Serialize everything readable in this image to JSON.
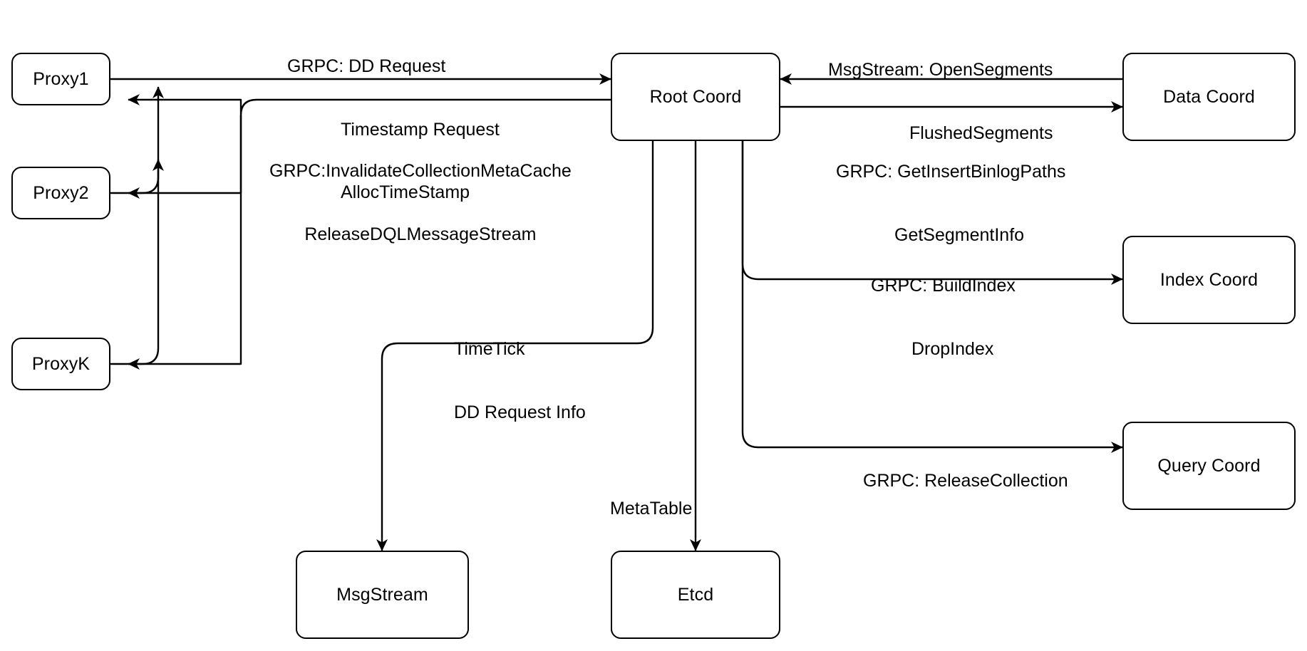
{
  "diagram": {
    "title": "Root Coord component interaction diagram",
    "background_color": "#ffffff",
    "stroke_color": "#000000",
    "text_color": "#000000",
    "nodes": [
      {
        "id": "proxy1",
        "label": "Proxy1"
      },
      {
        "id": "proxy2",
        "label": "Proxy2"
      },
      {
        "id": "proxyk",
        "label": "ProxyK"
      },
      {
        "id": "root_coord",
        "label": "Root Coord"
      },
      {
        "id": "data_coord",
        "label": "Data Coord"
      },
      {
        "id": "index_coord",
        "label": "Index Coord"
      },
      {
        "id": "query_coord",
        "label": "Query Coord"
      },
      {
        "id": "msgstream",
        "label": "MsgStream"
      },
      {
        "id": "etcd",
        "label": "Etcd"
      }
    ],
    "edge_labels": {
      "proxy_to_root": {
        "line1": "GRPC: DD Request",
        "line2": "Timestamp Request",
        "line3": "AllocTimeStamp"
      },
      "root_to_proxy": {
        "line1": "GRPC:InvalidateCollectionMetaCache",
        "line2": "ReleaseDQLMessageStream"
      },
      "datacoord_to_root": {
        "line1": "MsgStream: OpenSegments",
        "line2": "FlushedSegments"
      },
      "root_to_datacoord": {
        "line1": "GRPC: GetInsertBinlogPaths",
        "line2": "GetSegmentInfo"
      },
      "root_to_indexcoord": {
        "line1": "GRPC: BuildIndex",
        "line2": "DropIndex"
      },
      "root_to_querycoord": {
        "line1": "GRPC: ReleaseCollection"
      },
      "root_to_msgstream": {
        "line1": "TimeTick",
        "line2": "DD Request Info"
      },
      "root_to_etcd": {
        "line1": "MetaTable"
      }
    }
  }
}
